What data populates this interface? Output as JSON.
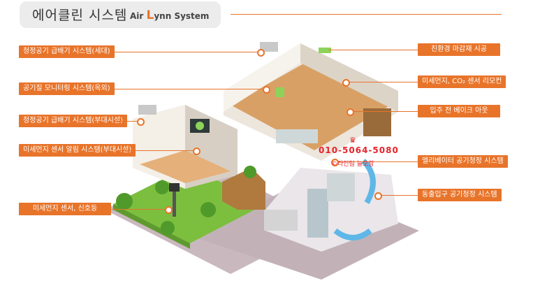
{
  "header": {
    "title_ko": "에어클린 시스템",
    "title_en_prefix": "Air",
    "title_en_logo_letter": "L",
    "title_en_suffix": "ynn System"
  },
  "labels_left": [
    "청정공기 급배기 시스템(세대)",
    "공기질 모니터링 시스템(옥외)",
    "청정공기 급배기 시스템(부대시설)",
    "미세먼지 센서 알림 시스템(부대시설)",
    "미세먼지 센서, 신호등"
  ],
  "labels_right": [
    "친환경 마감재 시공",
    "미세먼지, CO₂ 센서 리모컨",
    "입주 전 베이크 아웃",
    "엘리베이터 공기청정 시스템",
    "동출입구 공기청정 시스템"
  ],
  "watermark": {
    "phone": "010-5064-5080",
    "crown": "♛",
    "brand": "©라인팀 늘오랑"
  },
  "colors": {
    "accent": "#e8742a",
    "floor_wood": "#d9a066",
    "grass": "#7cbf3f",
    "wall": "#f2efe9",
    "base": "#c9b9bf"
  }
}
